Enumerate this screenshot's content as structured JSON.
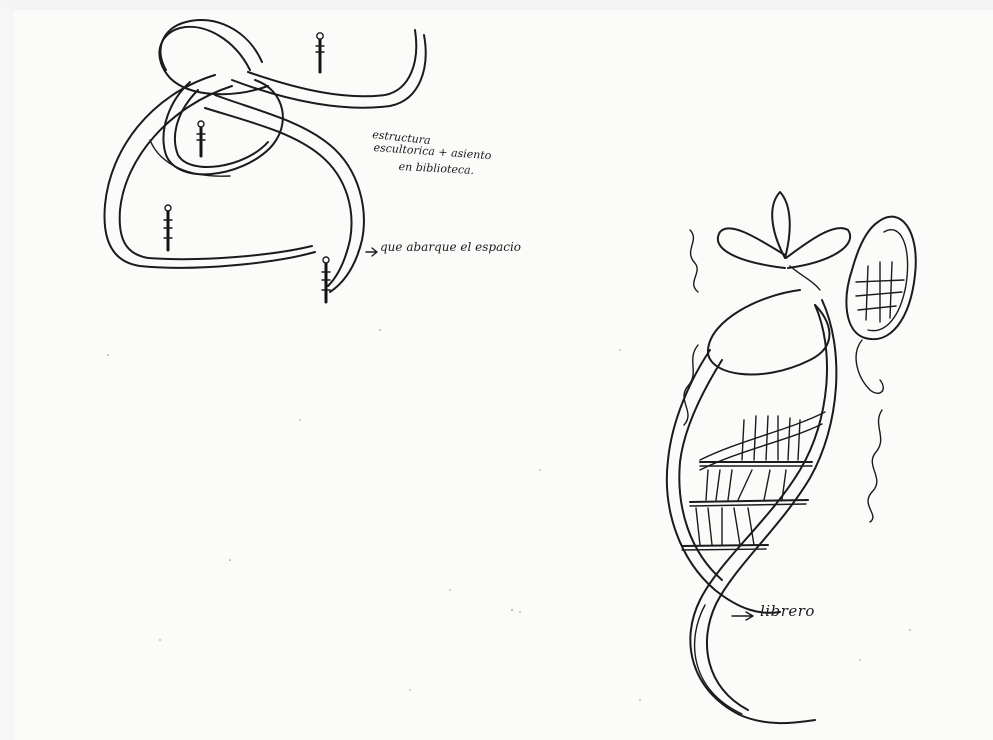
{
  "annotations": {
    "line1": "estructura",
    "line2": "escultorica + asiento",
    "line3": "en biblioteca.",
    "arrow_note": "que abarque el espacio",
    "bookshelf_label": "librero"
  },
  "colors": {
    "paper": "#fbfbfa",
    "ink": "#1b1b1b"
  },
  "icons": {
    "left_sketch": "looping-ribbon-structure-drawing",
    "right_sketch": "double-helix-bookshelf-drawing",
    "figures": "standing-person-figure"
  }
}
